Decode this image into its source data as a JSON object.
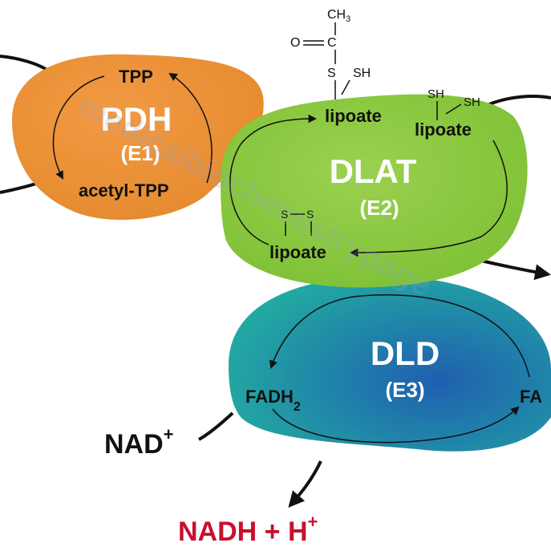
{
  "colors": {
    "pdh": "#e58a2e",
    "dlat": "#7cc034",
    "dld_top": "#22b0a0",
    "dld_bottom": "#1f5fb0",
    "label_text": "#111111",
    "enzyme_text": "#ffffff",
    "product": "#c8102e",
    "watermark": "#8fa6d6"
  },
  "enzymes": {
    "pdh": {
      "name": "PDH",
      "code": "(E1)"
    },
    "dlat": {
      "name": "DLAT",
      "code": "(E2)"
    },
    "dld": {
      "name": "DLD",
      "code": "(E3)"
    }
  },
  "cofactors": {
    "tpp": "TPP",
    "acetyl_tpp": "acetyl-TPP",
    "lipoate_acetyl": "lipoate",
    "lipoate_reduced": "lipoate",
    "lipoate_oxidized": "lipoate",
    "fadh2_base": "FADH",
    "fadh2_sub": "2",
    "fad_partial": "FA"
  },
  "chem": {
    "ch3": "CH",
    "ch3_sub": "3",
    "o": "O",
    "c": "C",
    "s": "S",
    "sh": "SH",
    "sh_left": "SH",
    "sh_right": "SH",
    "s_left": "S",
    "s_right": "S"
  },
  "nad": {
    "base": "NAD",
    "sup": "+"
  },
  "nadh": {
    "base": "NADH + H",
    "sup": "+"
  },
  "watermark": "medicalbiochemistrypage"
}
